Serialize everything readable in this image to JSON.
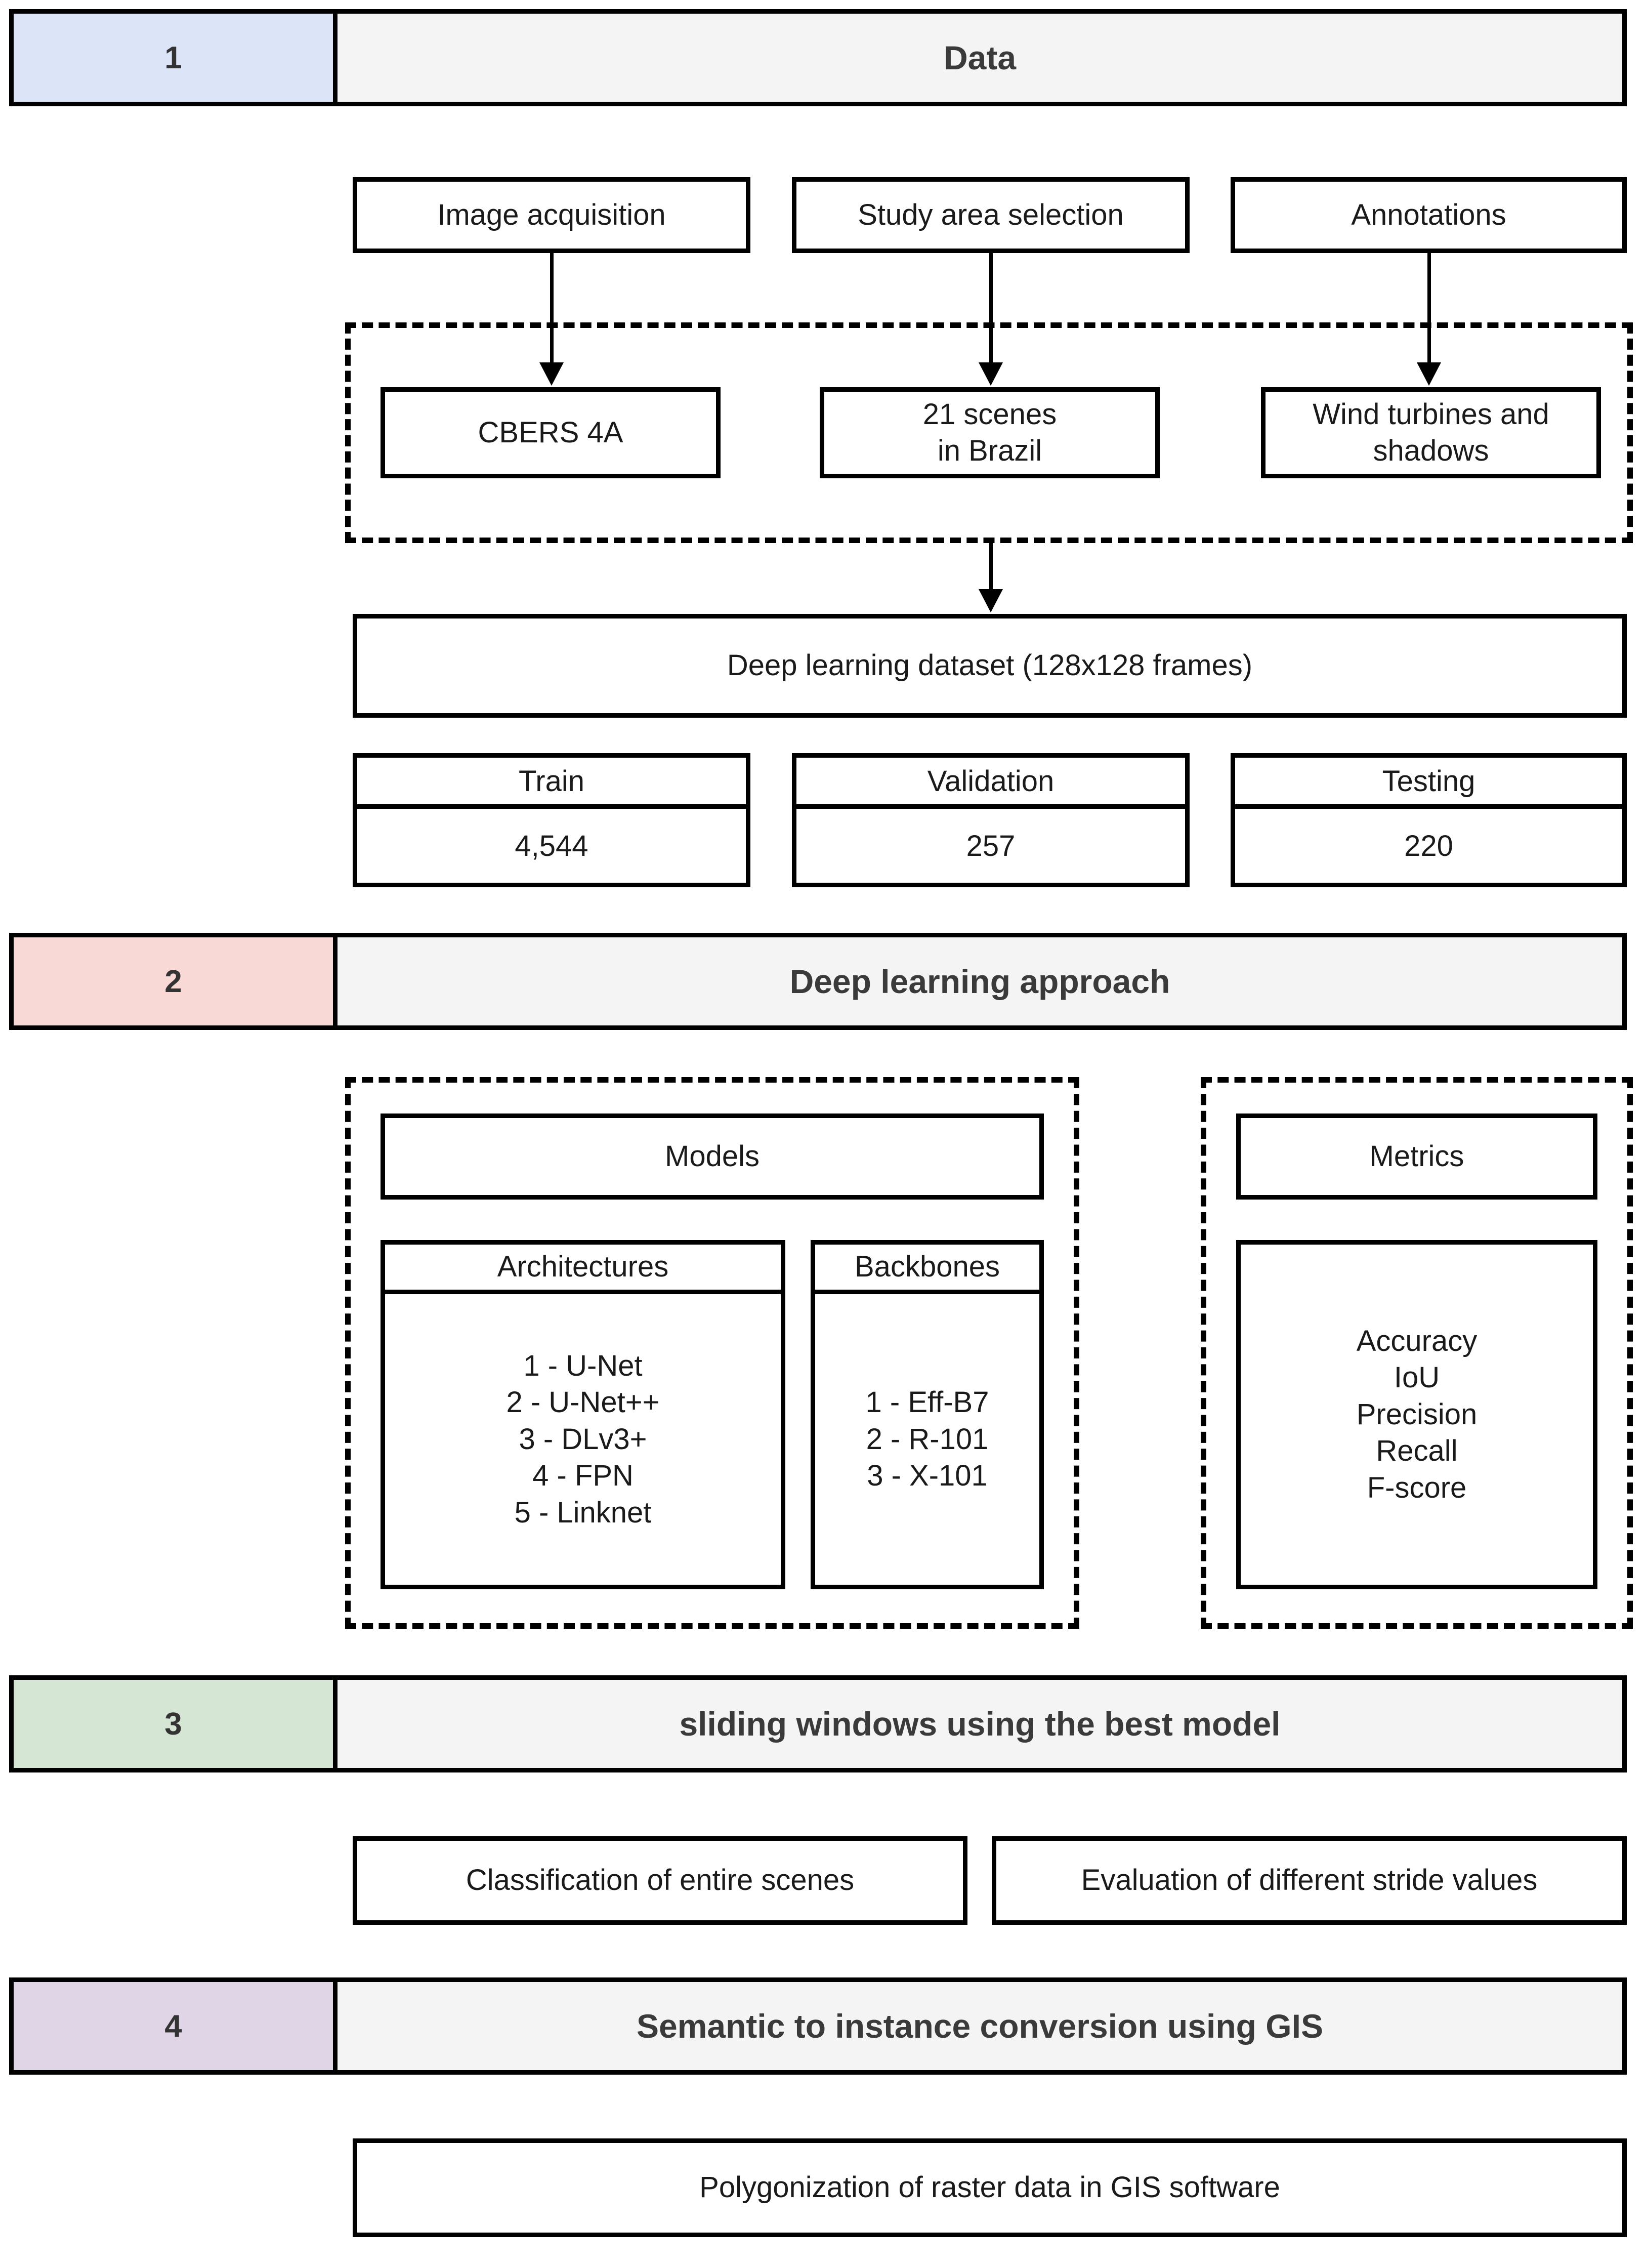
{
  "figure": {
    "type": "flowchart",
    "orientation": "vertical",
    "sections": 4
  },
  "sections": [
    {
      "number": "1",
      "title": "Data",
      "accent": "#dbe5f7"
    },
    {
      "number": "2",
      "title": "Deep learning approach",
      "accent": "#f9d9d5"
    },
    {
      "number": "3",
      "title": "sliding windows using the best model",
      "accent": "#d5e6d4"
    },
    {
      "number": "4",
      "title": "Semantic to instance conversion using GIS",
      "accent": "#e0d5e6"
    }
  ],
  "data_section": {
    "inputs": [
      "Image acquisition",
      "Study area selection",
      "Annotations"
    ],
    "sources": [
      "CBERS 4A",
      "21 scenes\nin Brazil",
      "Wind turbines and\nshadows"
    ],
    "sources_line1": [
      "CBERS 4A",
      "21 scenes",
      "Wind turbines and"
    ],
    "sources_line2": [
      "",
      "in Brazil",
      "shadows"
    ],
    "dataset_box": "Deep learning dataset (128x128 frames)",
    "splits": [
      {
        "name": "Train",
        "count": "4,544"
      },
      {
        "name": "Validation",
        "count": "257"
      },
      {
        "name": "Testing",
        "count": "220"
      }
    ]
  },
  "dl_section": {
    "models_title": "Models",
    "architectures_title": "Architectures",
    "architectures": [
      "1 - U-Net",
      "2 - U-Net++",
      "3 - DLv3+",
      "4 - FPN",
      "5 - Linknet"
    ],
    "backbones_title": "Backbones",
    "backbones": [
      "1 - Eff-B7",
      "2 - R-101",
      "3 - X-101"
    ],
    "metrics_title": "Metrics",
    "metrics": [
      "Accuracy",
      "IoU",
      "Precision",
      "Recall",
      "F-score"
    ]
  },
  "sliding_section": {
    "boxes": [
      "Classification of entire scenes",
      "Evaluation of different stride values"
    ]
  },
  "gis_section": {
    "boxes": [
      "Polygonization of raster data in GIS software"
    ]
  },
  "colors": {
    "blue": "#dbe5f7",
    "pink": "#f9d9d5",
    "green": "#d5e6d4",
    "purple": "#e0d5e6",
    "header_bg": "#f4f4f4",
    "stroke": "#000000",
    "text": "#1a1a1a"
  }
}
